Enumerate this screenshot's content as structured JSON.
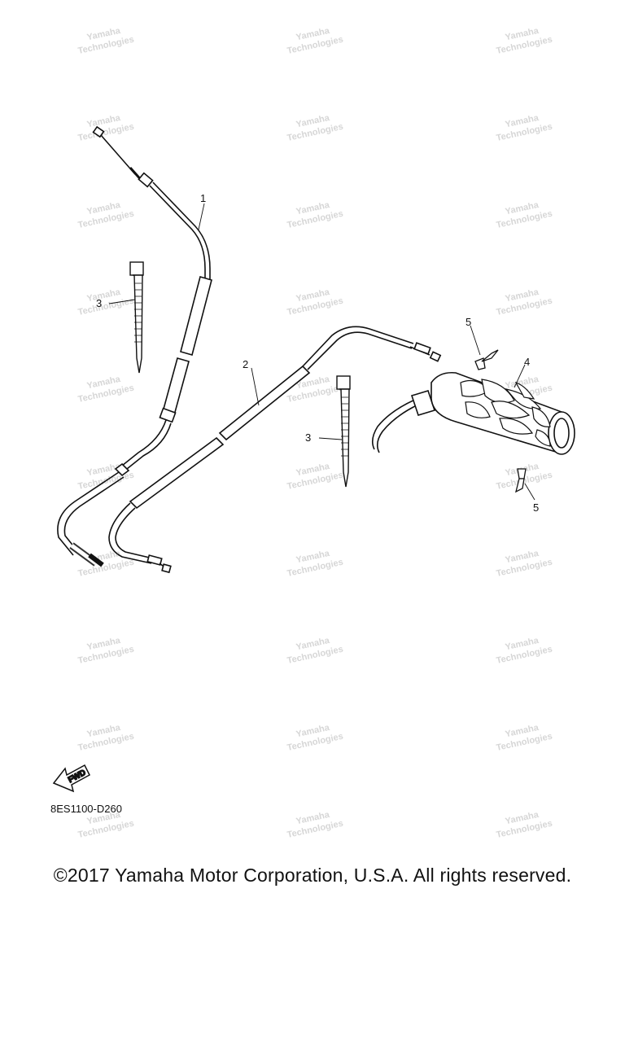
{
  "callouts": {
    "cable_1": "1",
    "cable_2": "2",
    "tie_left": "3",
    "tie_center": "3",
    "grip": "4",
    "pin_top": "5",
    "pin_bottom": "5"
  },
  "fwd_label": "FWD",
  "part_code": "8ES1100-D260",
  "copyright": "©2017 Yamaha Motor Corporation, U.S.A. All rights reserved.",
  "watermark": {
    "line1": "Yamaha",
    "line2": "Technologies"
  }
}
